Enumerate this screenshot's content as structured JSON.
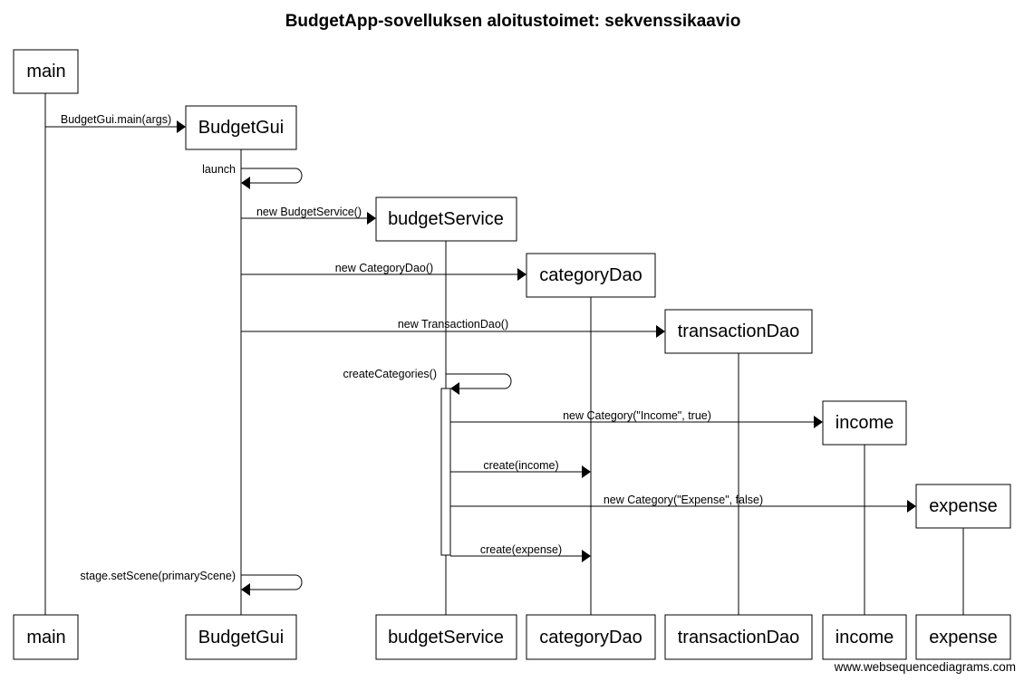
{
  "title": "BudgetApp-sovelluksen aloitustoimet: sekvenssikaavio",
  "credit": "www.websequencediagrams.com",
  "participants": {
    "main": "main",
    "budgetgui": "BudgetGui",
    "budgetservice": "budgetService",
    "categorydao": "categoryDao",
    "transactiondao": "transactionDao",
    "income": "income",
    "expense": "expense"
  },
  "messages": {
    "m1": "BudgetGui.main(args)",
    "m2": "launch",
    "m3": "new BudgetService()",
    "m4": "new CategoryDao()",
    "m5": "new TransactionDao()",
    "m6": "createCategories()",
    "m7": "new Category(\"Income\", true)",
    "m8": "create(income)",
    "m9": "new Category(\"Expense\", false)",
    "m10": "create(expense)",
    "m11": "stage.setScene(primaryScene)"
  }
}
